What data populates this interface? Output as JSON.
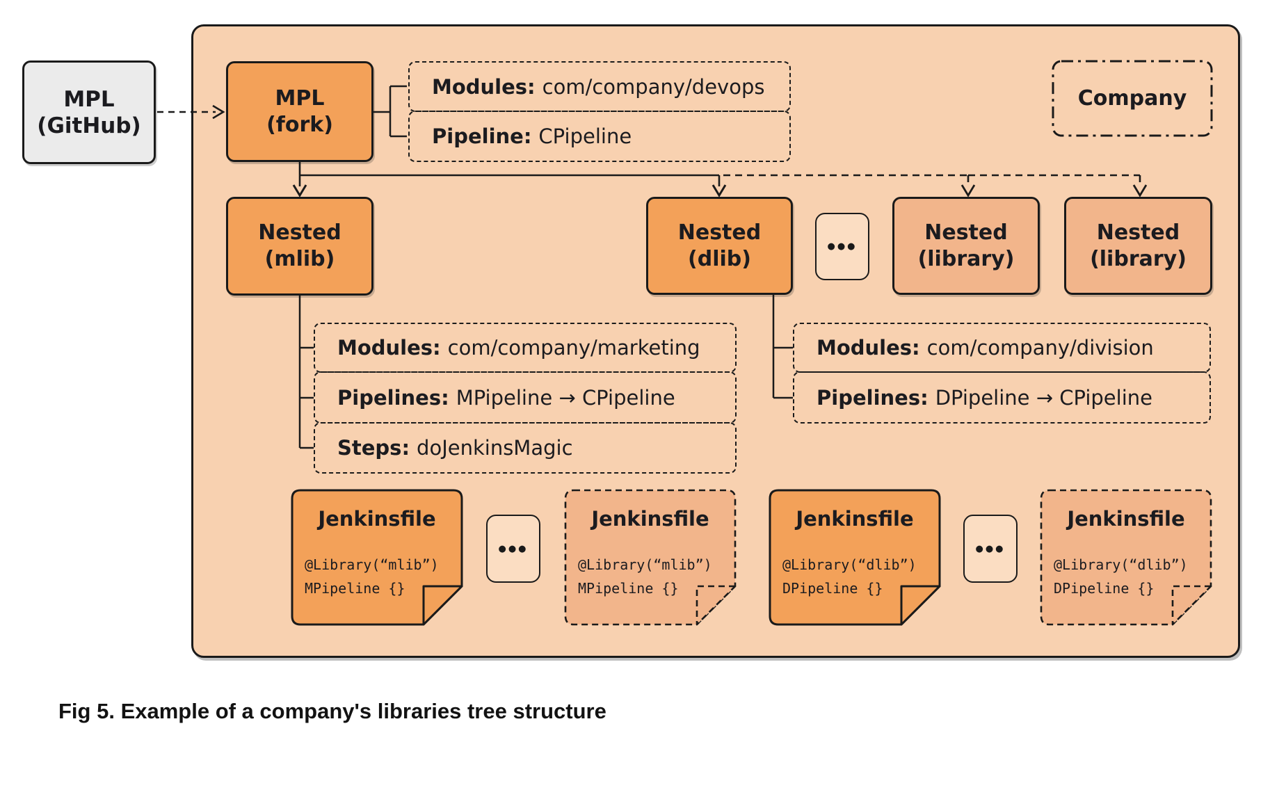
{
  "figure": {
    "caption": "Fig 5. Example of a company's libraries tree structure"
  },
  "colors": {
    "panel_bg": "#f8d1b0",
    "node_orange": "#f3a159",
    "node_salmon": "#f2b58b",
    "node_gray": "#ebebeb",
    "dots_bg": "#fbddc2",
    "stroke": "#1a1a1a"
  },
  "external": {
    "mpl_github": {
      "line1": "MPL",
      "line2": "(GitHub)"
    }
  },
  "panel": {
    "company_label": "Company",
    "mpl_fork": {
      "line1": "MPL",
      "line2": "(fork)"
    },
    "fork_details": [
      {
        "label": "Modules:",
        "value": "com/company/devops"
      },
      {
        "label": "Pipeline:",
        "value": "CPipeline"
      }
    ],
    "row2": {
      "mlib": {
        "line1": "Nested",
        "line2": "(mlib)"
      },
      "dlib": {
        "line1": "Nested",
        "line2": "(dlib)"
      },
      "lib1": {
        "line1": "Nested",
        "line2": "(library)"
      },
      "lib2": {
        "line1": "Nested",
        "line2": "(library)"
      }
    },
    "ellipses": {
      "row2": "●●●",
      "jf_left": "●●●",
      "jf_right": "●●●"
    },
    "mlib_details": [
      {
        "label": "Modules:",
        "value": "com/company/marketing"
      },
      {
        "label": "Pipelines:",
        "value": "MPipeline → CPipeline"
      },
      {
        "label": "Steps:",
        "value": "doJenkinsMagic"
      }
    ],
    "dlib_details": [
      {
        "label": "Modules:",
        "value": "com/company/division"
      },
      {
        "label": "Pipelines:",
        "value": "DPipeline → CPipeline"
      }
    ],
    "jenkinsfiles": [
      {
        "title": "Jenkinsfile",
        "code": [
          "@Library(“mlib”)",
          "MPipeline {}"
        ],
        "variant": "solid"
      },
      {
        "title": "Jenkinsfile",
        "code": [
          "@Library(“mlib”)",
          "MPipeline {}"
        ],
        "variant": "dashed"
      },
      {
        "title": "Jenkinsfile",
        "code": [
          "@Library(“dlib”)",
          "DPipeline {}"
        ],
        "variant": "solid"
      },
      {
        "title": "Jenkinsfile",
        "code": [
          "@Library(“dlib”)",
          "DPipeline {}"
        ],
        "variant": "dashed"
      }
    ]
  }
}
